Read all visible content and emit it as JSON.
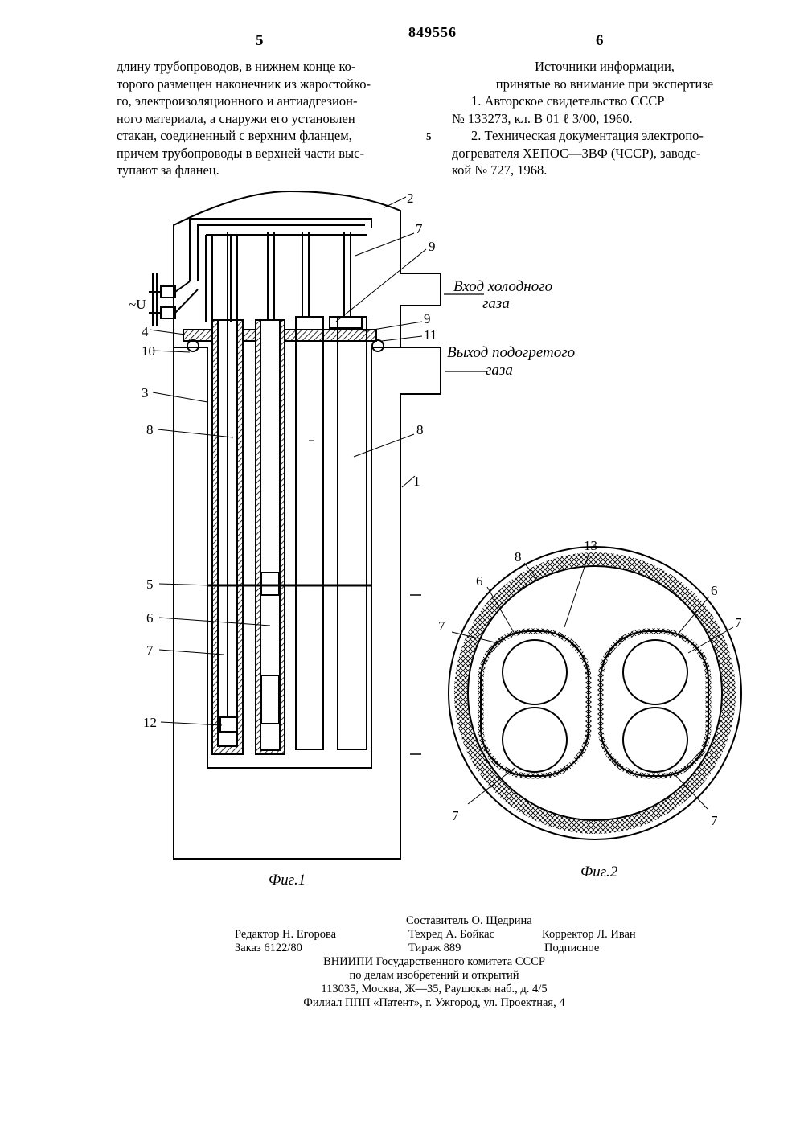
{
  "header": {
    "left_page": "5",
    "patent_number": "849556",
    "right_page": "6"
  },
  "left_column": [
    "длину трубопроводов, в нижнем конце ко-",
    "торого размещен наконечник из жаростойко-",
    "го, электроизоляционного и антиадгезион-",
    "ного материала, а снаружи его установлен",
    "стакан, соединенный с верхним фланцем,",
    "причем трубопроводы в верхней части выс-",
    "тупают за фланец."
  ],
  "line_marker": "5",
  "right_column": {
    "title_1": "Источники информации,",
    "title_2": "принятые во внимание при экспертизе",
    "lines": [
      "1. Авторское свидетельство СССР",
      "№ 133273, кл. В 01 ℓ 3/00, 1960.",
      "2. Техническая документация электропо-",
      "догревателя ХЕПОС—3ВФ (ЧССР), заводс-",
      "кой № 727, 1968."
    ]
  },
  "figure1": {
    "caption": "Фиг.1",
    "inlet_line1": "Вход холодного",
    "inlet_line2": "газа",
    "outlet_line1": "Выход подогретого",
    "outlet_line2": "газа",
    "voltage_label": "~U",
    "labels": [
      "2",
      "7",
      "9",
      "9",
      "11",
      "4",
      "10",
      "3",
      "8",
      "8",
      "1",
      "5",
      "6",
      "7",
      "12"
    ]
  },
  "figure2": {
    "caption": "Фиг.2",
    "labels": [
      "8",
      "13",
      "6",
      "6",
      "7",
      "7",
      "7",
      "7"
    ]
  },
  "imprint": {
    "compiler": "Составитель О. Щедрина",
    "editor": "Редактор Н. Егорова",
    "tech_editor": "Техред А. Бойкас",
    "corrector": "Корректор Л. Иван",
    "order": "Заказ 6122/80",
    "circulation": "Тираж 889",
    "subscription": "Подписное",
    "org_line1": "ВНИИПИ Государственного комитета СССР",
    "org_line2": "по делам изобретений и открытий",
    "org_line3": "113035, Москва, Ж—35, Раушская наб., д. 4/5",
    "branch": "Филиал ППП «Патент», г. Ужгород, ул. Проектная, 4"
  }
}
